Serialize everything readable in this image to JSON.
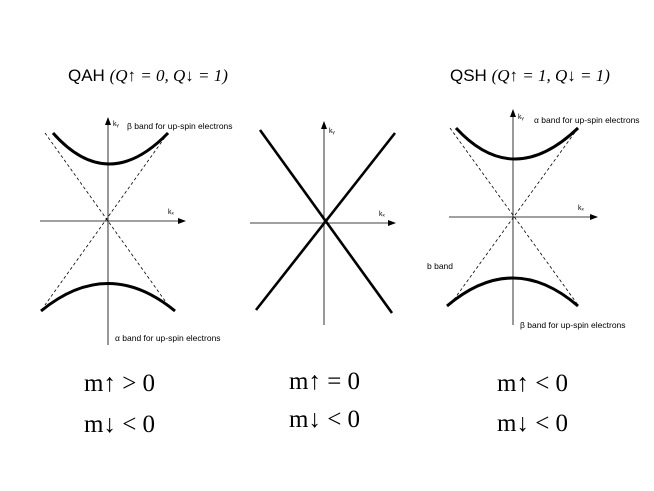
{
  "qah": {
    "label": "QAH",
    "q_expr": "(Q↑ = 0, Q↓ = 1)",
    "top_band": "β band for up-spin electrons",
    "bottom_band": "α band for up-spin electrons",
    "kx": "kₓ",
    "ky": "kᵧ",
    "m_up": "m↑ > 0",
    "m_down": "m↓ < 0"
  },
  "middle": {
    "kx": "kₓ",
    "ky": "kᵧ",
    "m_up": "m↑ = 0",
    "m_down": "m↓ < 0"
  },
  "qsh": {
    "label": "QSH",
    "q_expr": "(Q↑ = 1, Q↓ = 1)",
    "top_band": "α band for up-spin electrons",
    "left_band": "b band",
    "bottom_band": "β band for up-spin electrons",
    "kx": "kₓ",
    "ky": "kᵧ",
    "m_up": "m↑ < 0",
    "m_down": "m↓ < 0"
  }
}
